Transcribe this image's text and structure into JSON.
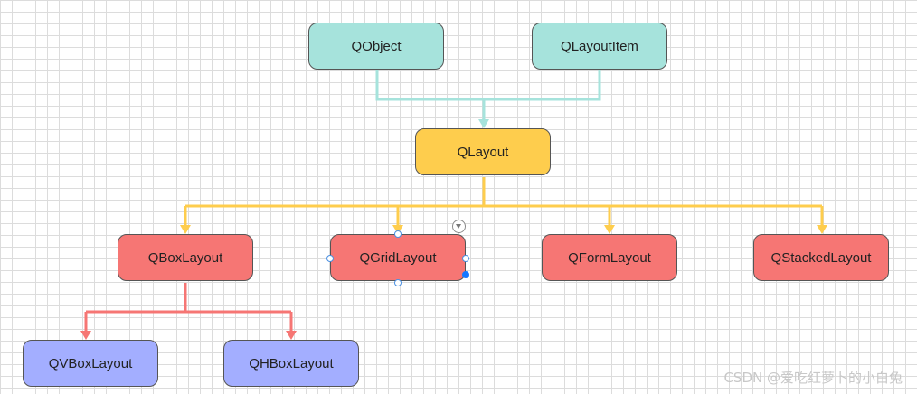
{
  "nodes": {
    "qobject": "QObject",
    "qlayoutitem": "QLayoutItem",
    "qlayout": "QLayout",
    "qboxlayout": "QBoxLayout",
    "qgridlayout": "QGridLayout",
    "qformlayout": "QFormLayout",
    "qstackedlayout": "QStackedLayout",
    "qvboxlayout": "QVBoxLayout",
    "qhboxlayout": "QHBoxLayout"
  },
  "colors": {
    "teal": "#a6e3dc",
    "yellow": "#fecd4d",
    "red": "#f67674",
    "blue": "#a3aeff",
    "teal_connector": "#a6e3dc",
    "yellow_connector": "#fecd4d",
    "red_connector": "#f67674"
  },
  "selected_node": "qgridlayout",
  "watermark": "CSDN @爱吃红萝卜的小白兔"
}
